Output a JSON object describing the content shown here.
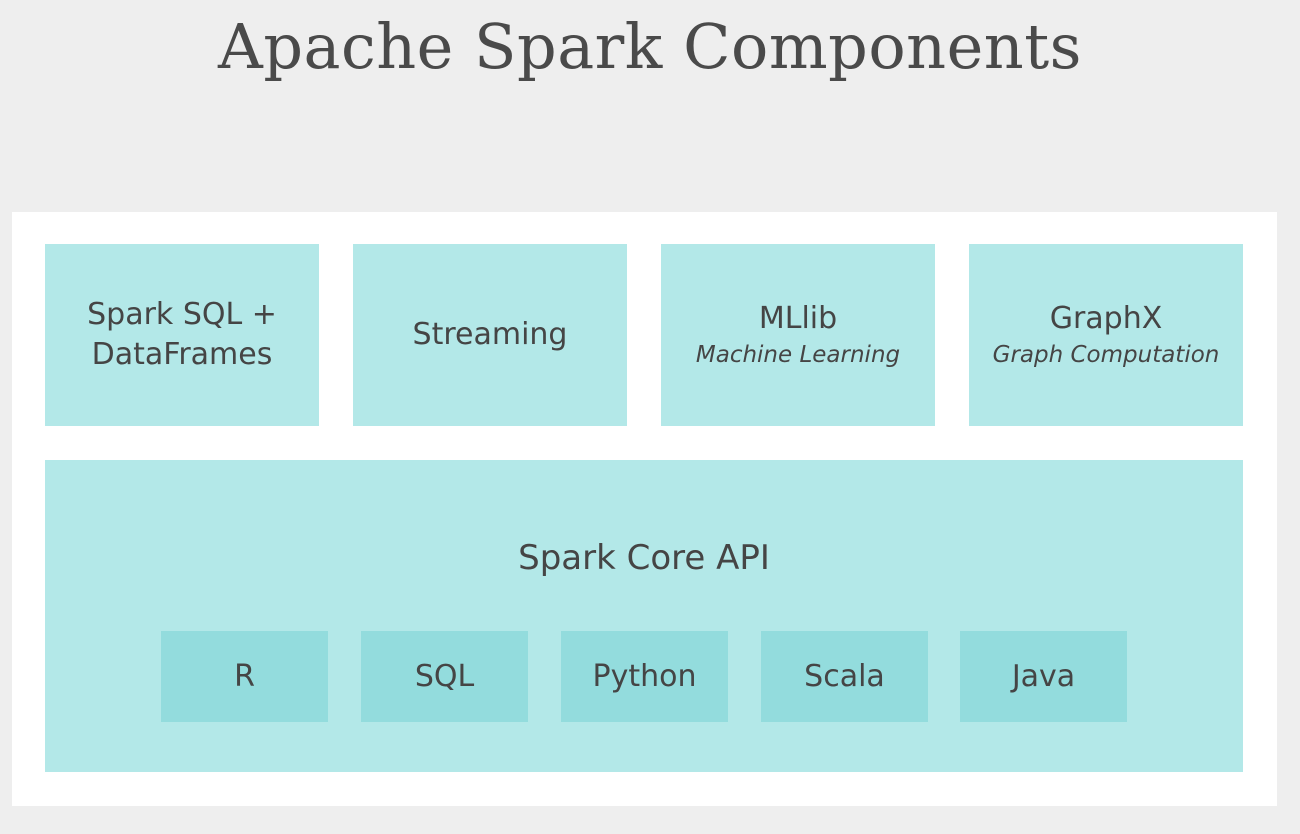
{
  "title": "Apache Spark Components",
  "modules": [
    {
      "lines": [
        "Spark SQL +",
        "DataFrames"
      ],
      "subtitle": ""
    },
    {
      "lines": [
        "Streaming"
      ],
      "subtitle": ""
    },
    {
      "lines": [
        "MLlib"
      ],
      "subtitle": "Machine Learning"
    },
    {
      "lines": [
        "GraphX"
      ],
      "subtitle": "Graph Computation"
    }
  ],
  "core": {
    "label": "Spark Core API",
    "languages": [
      "R",
      "SQL",
      "Python",
      "Scala",
      "Java"
    ]
  },
  "colors": {
    "module_fill": "#b3e8e8",
    "language_fill": "#93dcdd",
    "panel": "#ffffff",
    "background": "#eeeeee",
    "text": "#454545"
  }
}
